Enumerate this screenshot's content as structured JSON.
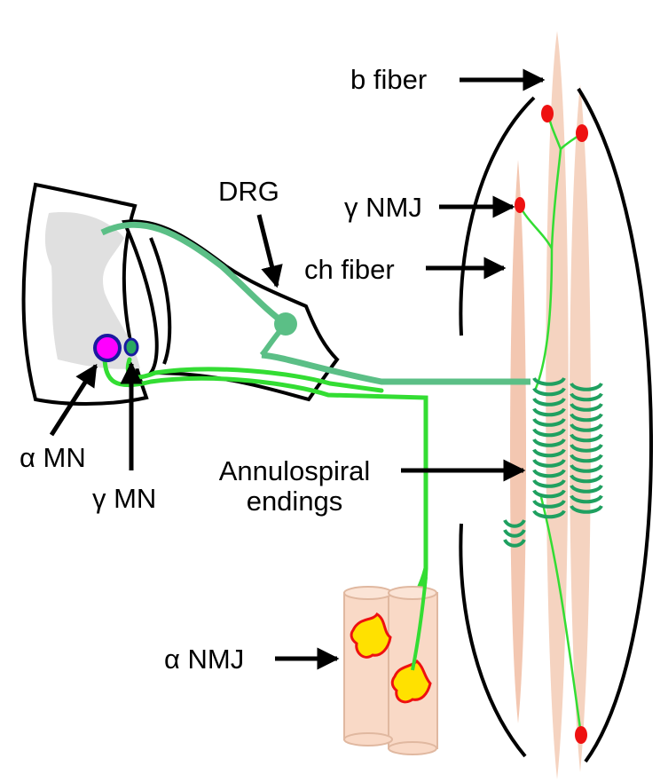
{
  "labels": {
    "b_fiber": "b fiber",
    "drg": "DRG",
    "gamma_nmj": "γ NMJ",
    "ch_fiber": "ch fiber",
    "alpha_mn": "α MN",
    "gamma_mn": "γ MN",
    "annulospiral": "Annulospiral\nendings",
    "alpha_nmj": "α NMJ"
  },
  "colors": {
    "outline": "#000000",
    "grey_matter": "#e0e0e0",
    "sensory_green": "#5bbf86",
    "motor_green": "#33dd33",
    "spiral_green": "#1fa060",
    "muscle_fiber": "#f5d3c0",
    "nmj_red": "#ee1111",
    "endplate_yellow": "#ffe100",
    "alpha_mn_fill": "#ff00ff",
    "mn_outline": "#1a1aa0",
    "gamma_mn_fill": "#2aa860"
  }
}
